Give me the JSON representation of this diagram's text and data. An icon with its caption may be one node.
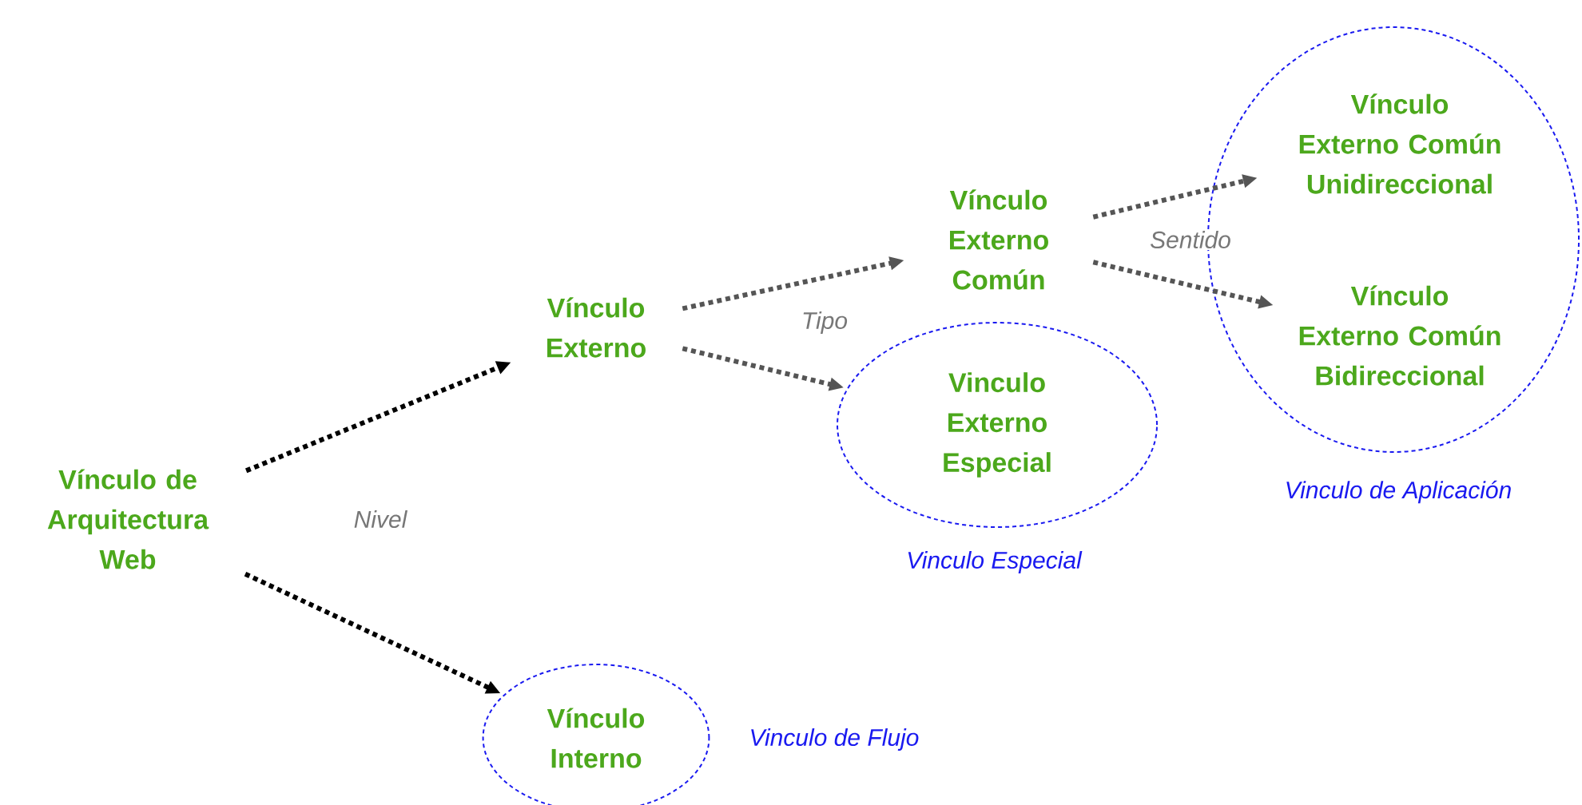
{
  "diagram": {
    "nodes": [
      {
        "text": [
          "Vínculo de Arquitectura Web"
        ]
      },
      {
        "text": [
          "Vínculo Externo"
        ]
      },
      {
        "text": [
          "Vínculo Interno"
        ],
        "beside": [
          "Vinculo de Flujo"
        ]
      },
      {
        "text": [
          "Vínculo Externo Común"
        ]
      },
      {
        "text": [
          "Vinculo Externo Especial"
        ],
        "beside": [
          "Vinculo Especial"
        ]
      },
      {
        "text": [
          "Vinculo de Aplicación"
        ]
      },
      {
        "text": [
          "Vínculo Externo Común Unidireccional"
        ],
        "in": 5
      },
      {
        "text": [
          "Vínculo Externo Común Bidireccional"
        ],
        "in": 5
      }
    ],
    "edges": [
      {
        "from": 0,
        "to": 1,
        "arrow": "to",
        "label": "Nivel",
        "color": "#000000"
      },
      {
        "from": 0,
        "to": 2,
        "arrow": "to",
        "color": "#000000"
      },
      {
        "from": 1,
        "to": 3,
        "arrow": "to",
        "label": "Tipo"
      },
      {
        "from": 1,
        "to": 4,
        "arrow": "to"
      },
      {
        "from": 3,
        "to": 6,
        "arrow": "to",
        "label": "Sentido"
      },
      {
        "from": 3,
        "to": 7,
        "arrow": "to"
      }
    ]
  }
}
